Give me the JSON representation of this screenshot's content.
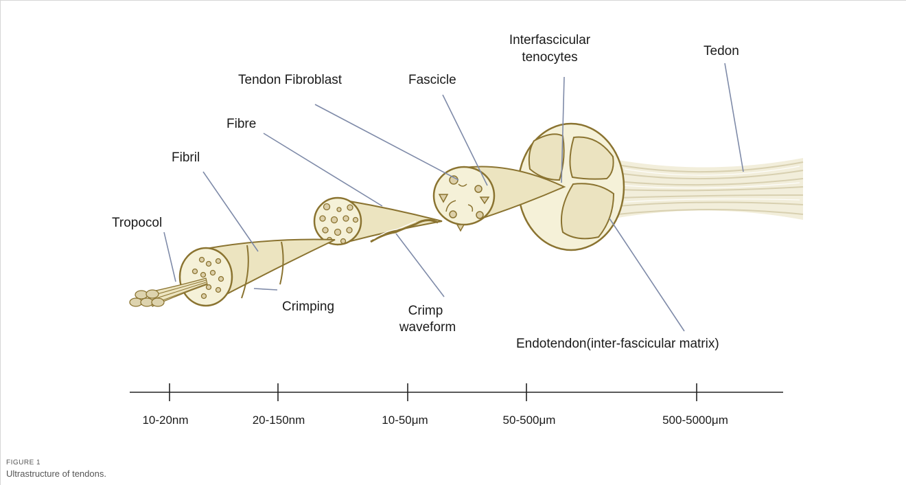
{
  "labels": {
    "tropocol": "Tropocol",
    "fibril": "Fibril",
    "fibre": "Fibre",
    "tendon_fibroblast": "Tendon Fibroblast",
    "fascicle": "Fascicle",
    "interfascicular_line1": "Interfascicular",
    "interfascicular_line2": "tenocytes",
    "tedon": "Tedon",
    "crimping": "Crimping",
    "crimp_line1": "Crimp",
    "crimp_line2": "waveform",
    "endotendon": "Endotendon(inter-fascicular matrix)"
  },
  "scale": {
    "ticks": [
      "10-20nm",
      "20-150nm",
      "10-50μm",
      "50-500μm",
      "500-5000μm"
    ]
  },
  "caption": {
    "label": "FIGURE 1",
    "text": "Ultrastructure of tendons."
  },
  "colors": {
    "fill": "#f5f1d8",
    "fill_dark": "#ece4c0",
    "stroke": "#8a7330",
    "leader": "#7e8aa8",
    "dot": "#dccfa8"
  }
}
